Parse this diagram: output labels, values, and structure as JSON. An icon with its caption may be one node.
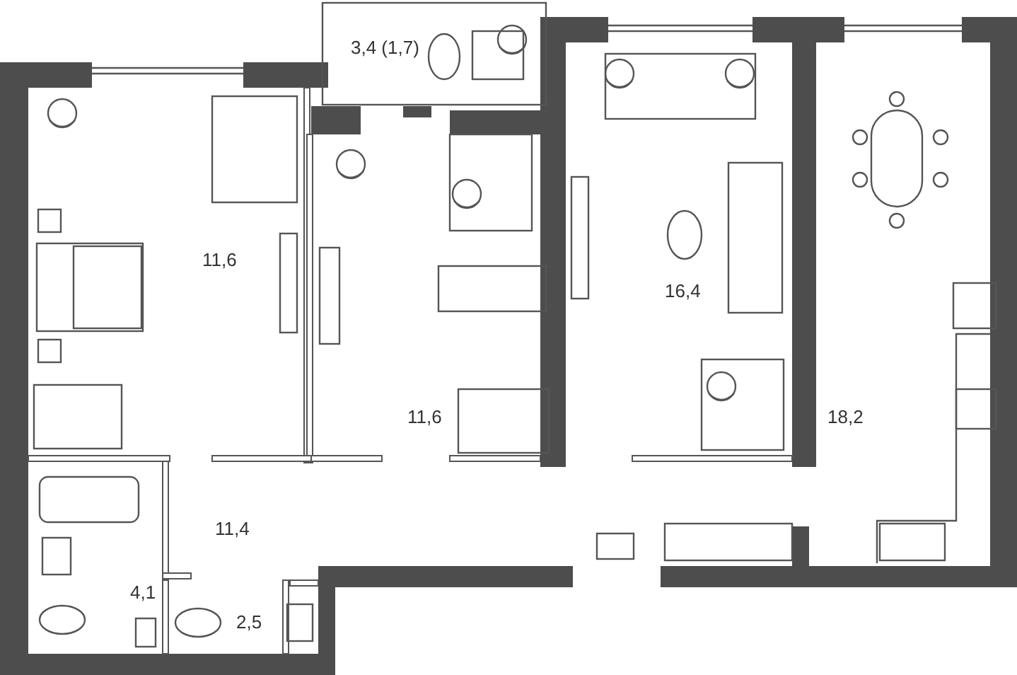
{
  "diagram": {
    "labels": [
      "3,4 (1,7)",
      "11,6",
      "11,6",
      "16,4",
      "18,2",
      "11,4",
      "4,1",
      "2,5"
    ]
  }
}
